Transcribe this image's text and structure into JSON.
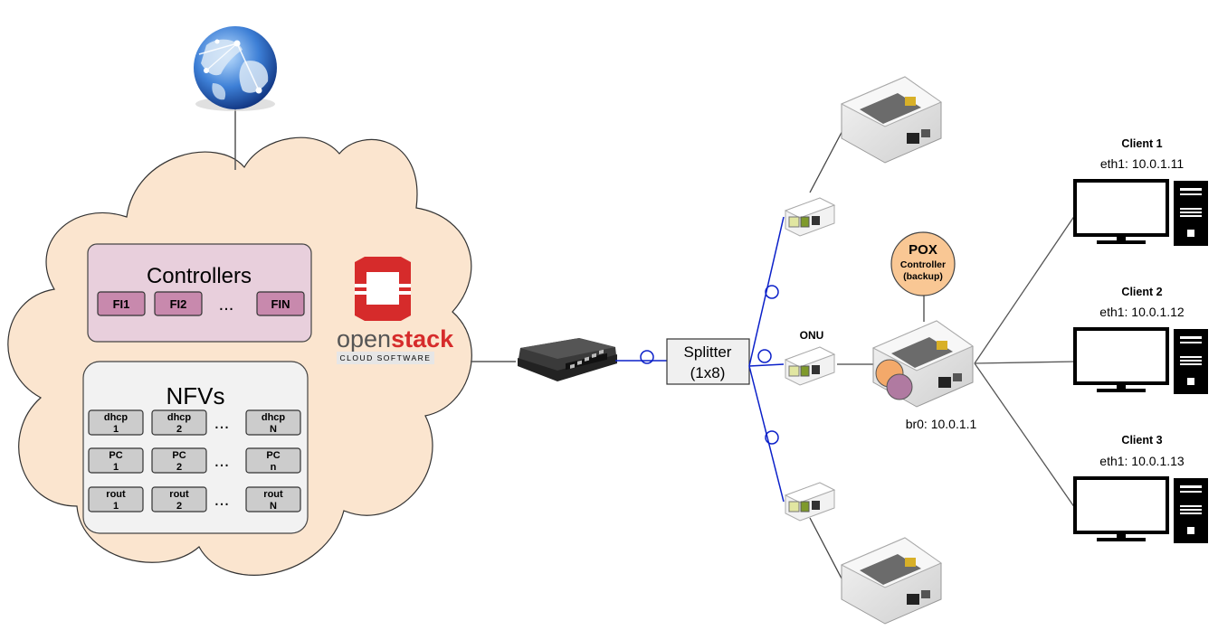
{
  "cloud": {
    "controllers": {
      "title": "Controllers",
      "items": [
        "FI1",
        "FI2",
        "FIN"
      ],
      "ellipsis": "...",
      "fill": "#e8cfdc",
      "item_fill": "#c889ad"
    },
    "nfvs": {
      "title": "NFVs",
      "ellipsis": "...",
      "rows": [
        [
          [
            "dhcp",
            "1"
          ],
          [
            "dhcp",
            "2"
          ],
          [
            "dhcp",
            "N"
          ]
        ],
        [
          [
            "PC",
            "1"
          ],
          [
            "PC",
            "2"
          ],
          [
            "PC",
            "n"
          ]
        ],
        [
          [
            "rout",
            "1"
          ],
          [
            "rout",
            "2"
          ],
          [
            "rout",
            "N"
          ]
        ]
      ],
      "fill": "#f2f2f2",
      "item_fill": "#cccccc"
    },
    "fill": "#fbe5cf"
  },
  "openstack": {
    "brand_prefix": "open",
    "brand_suffix": "stack",
    "tagline": "CLOUD SOFTWARE",
    "logo_color": "#d62b2b"
  },
  "splitter": {
    "line1": "Splitter",
    "line2": "(1x8)"
  },
  "onu_label": "ONU",
  "pox": {
    "title": "POX",
    "line2": "Controller",
    "line3": "(backup)",
    "fill": "#f9c794"
  },
  "bridge_label": "br0: 10.0.1.1",
  "clients": [
    {
      "name": "Client 1",
      "ip": "eth1: 10.0.1.11"
    },
    {
      "name": "Client 2",
      "ip": "eth1: 10.0.1.12"
    },
    {
      "name": "Client 3",
      "ip": "eth1: 10.0.1.13"
    }
  ],
  "fiber_color": "#0b20c9"
}
